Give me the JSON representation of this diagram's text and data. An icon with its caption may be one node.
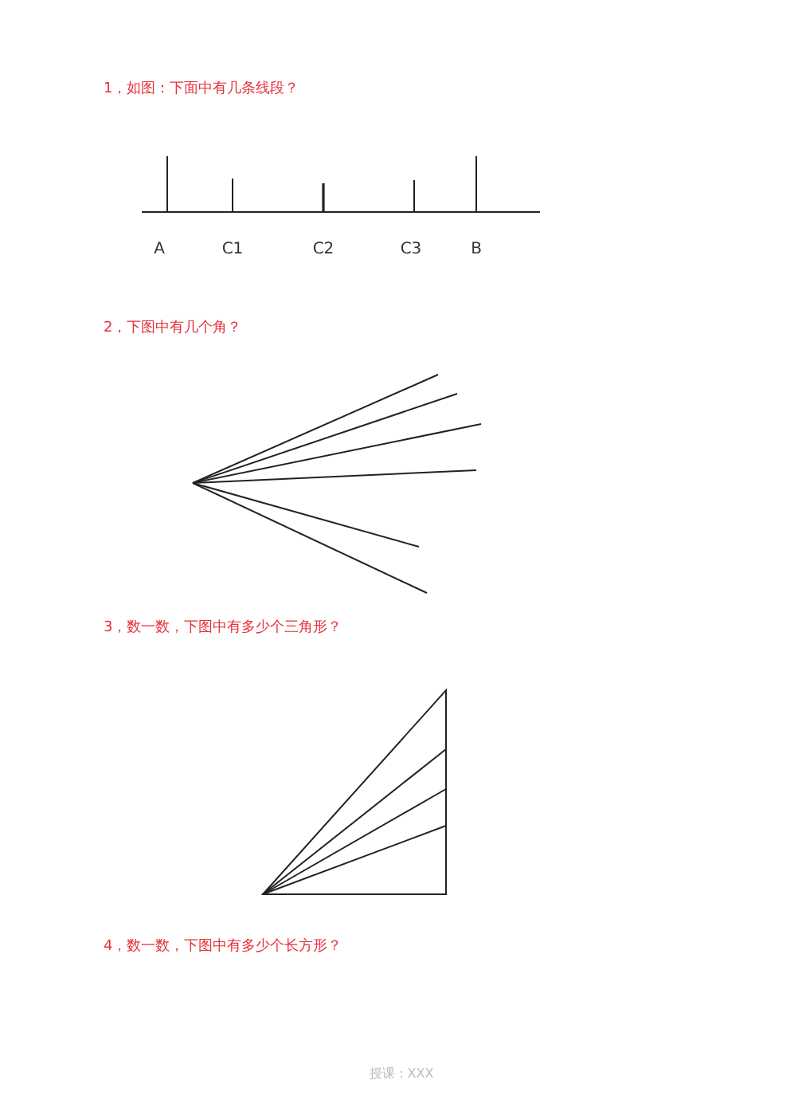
{
  "diagram": {
    "labels": [
      "1，如图：下面中有几条线段？",
      "A",
      "C1",
      "C2",
      "C3",
      "B",
      "2，下图中有几个角？",
      "3，数一数，下图中有多少个三角形？",
      "4，数一数，下图中有多少个长方形？",
      "授课：XXX"
    ]
  }
}
